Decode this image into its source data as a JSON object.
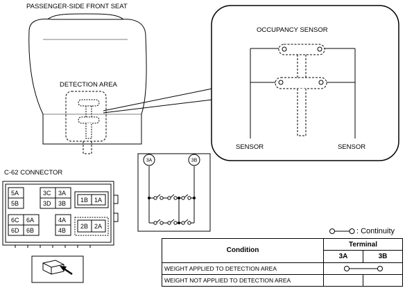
{
  "seat_label": "PASSENGER-SIDE FRONT SEAT",
  "detection_area_label": "DETECTION AREA",
  "occupancy_sensor_label": "OCCUPANCY SENSOR",
  "sensor_left_label": "SENSOR",
  "sensor_right_label": "SENSOR",
  "connector": {
    "title": "C-62 CONNECTOR",
    "cells": [
      "5A",
      "5B",
      "3C",
      "3A",
      "3D",
      "3B",
      "1B",
      "1A",
      "6C",
      "6A",
      "6D",
      "6B",
      "4A",
      "4B",
      "2B",
      "2A"
    ]
  },
  "circuit": {
    "terminal_a": "3A",
    "terminal_b": "3B"
  },
  "legend": {
    "symbol": "continuity-symbol",
    "text": ": Continuity"
  },
  "table": {
    "condition_header": "Condition",
    "terminal_header": "Terminal",
    "terminals": [
      "3A",
      "3B"
    ],
    "rows": [
      {
        "condition": "WEIGHT APPLIED TO DETECTION AREA",
        "continuity": true
      },
      {
        "condition": "WEIGHT NOT APPLIED TO DETECTION AREA",
        "continuity": false
      }
    ]
  }
}
